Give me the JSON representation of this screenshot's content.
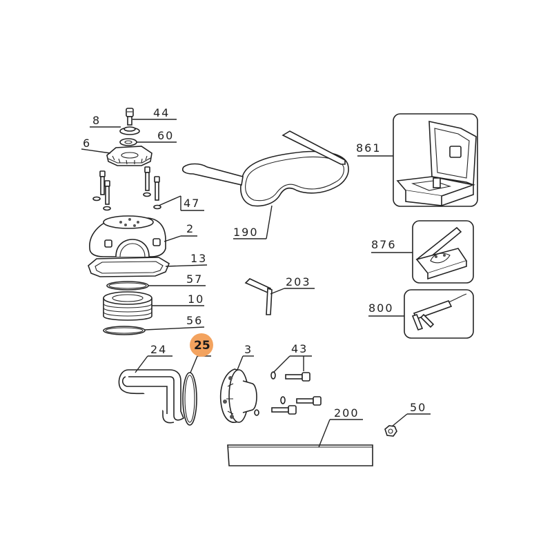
{
  "highlight_color": "#f3a35f",
  "highlighted_part": "25",
  "parts": [
    {
      "id": "p44",
      "label": "44",
      "icon": "bolt-icon"
    },
    {
      "id": "p8",
      "label": "8",
      "icon": "nut-icon"
    },
    {
      "id": "p60",
      "label": "60",
      "icon": "washer-icon"
    },
    {
      "id": "p6",
      "label": "6",
      "icon": "gear-plate-icon"
    },
    {
      "id": "p47",
      "label": "47",
      "icon": "screw-set-icon"
    },
    {
      "id": "p2",
      "label": "2",
      "icon": "housing-icon"
    },
    {
      "id": "p13",
      "label": "13",
      "icon": "gasket-icon"
    },
    {
      "id": "p57",
      "label": "57",
      "icon": "o-ring-icon"
    },
    {
      "id": "p10",
      "label": "10",
      "icon": "spool-icon"
    },
    {
      "id": "p56",
      "label": "56",
      "icon": "o-ring-icon"
    },
    {
      "id": "p24",
      "label": "24",
      "icon": "spring-icon"
    },
    {
      "id": "p25",
      "label": "25",
      "icon": "ring-icon"
    },
    {
      "id": "p3",
      "label": "3",
      "icon": "hub-icon"
    },
    {
      "id": "p43",
      "label": "43",
      "icon": "screw-set-icon"
    },
    {
      "id": "p200",
      "label": "200",
      "icon": "bar-icon"
    },
    {
      "id": "p50",
      "label": "50",
      "icon": "hex-nut-icon"
    },
    {
      "id": "p190",
      "label": "190",
      "icon": "safety-glasses-icon"
    },
    {
      "id": "p203",
      "label": "203",
      "icon": "allen-key-icon"
    },
    {
      "id": "p861",
      "label": "861",
      "icon": "carry-case-icon"
    },
    {
      "id": "p876",
      "label": "876",
      "icon": "box-kit-icon"
    },
    {
      "id": "p800",
      "label": "800",
      "icon": "grease-gun-icon"
    }
  ]
}
